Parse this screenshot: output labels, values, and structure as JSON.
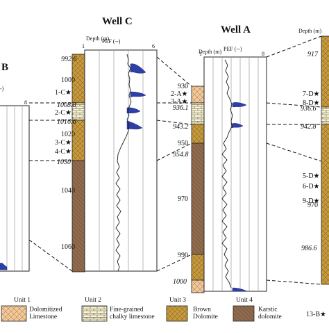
{
  "figure": {
    "wells": {
      "B": {
        "title": "B",
        "curve_scale_max": "8",
        "curve_label_partial": "-)"
      },
      "C": {
        "title": "Well C",
        "depth_header": "Depth (m)",
        "curve_label": "PEF (--)",
        "scale_min": "1",
        "scale_max": "6",
        "depths": {
          "d1": "992.6",
          "d2": "1000",
          "d3": "1008.8",
          "d4": "1016.6",
          "d5": "1020",
          "d6": "1030",
          "d7": "1040",
          "d8": "1060"
        },
        "samples": {
          "s1": "1-C★",
          "s2": "2-C★",
          "s3": "3-C★",
          "s4": "4-C★"
        }
      },
      "A": {
        "title": "Well A",
        "depth_header": "Depth (m)",
        "curve_label": "PEF (--)",
        "scale_min": "1",
        "scale_max": "8",
        "depths": {
          "d1": "930",
          "d2": "936.1",
          "d3": "943.2",
          "d4": "950",
          "d5": "954.8",
          "d6": "970",
          "d7": "990",
          "d8": "1000"
        },
        "samples": {
          "s1": "2-A★",
          "s2": "3-A★"
        }
      },
      "D": {
        "depth_header": "Depth (m)",
        "depths": {
          "d1": "917",
          "d2": "936.6",
          "d3": "942.8",
          "d4": "970",
          "d5": "986.6"
        },
        "samples": {
          "s1": "7-D★",
          "s2": "8-D★",
          "s3": "5-D★",
          "s4": "6-D★",
          "s5": "9-D★"
        }
      }
    }
  },
  "legend": {
    "unit1": {
      "tag": "Unit 1",
      "name": "Dolomitized\nLimestone",
      "color": "#f2c89a"
    },
    "unit2": {
      "tag": "Unit 2",
      "name": "Fine-grained\nchalky limestone",
      "color": "#fbf4cf"
    },
    "unit3": {
      "tag": "Unit 3",
      "name": "Brown\nDolomite",
      "color": "#c69a3c"
    },
    "unit4": {
      "tag": "Unit 4",
      "name": "Karstic\ndolomite",
      "color": "#8f6a4c"
    },
    "sample": "13-B★"
  },
  "colors": {
    "peak_fill": "#2f3fa8"
  }
}
